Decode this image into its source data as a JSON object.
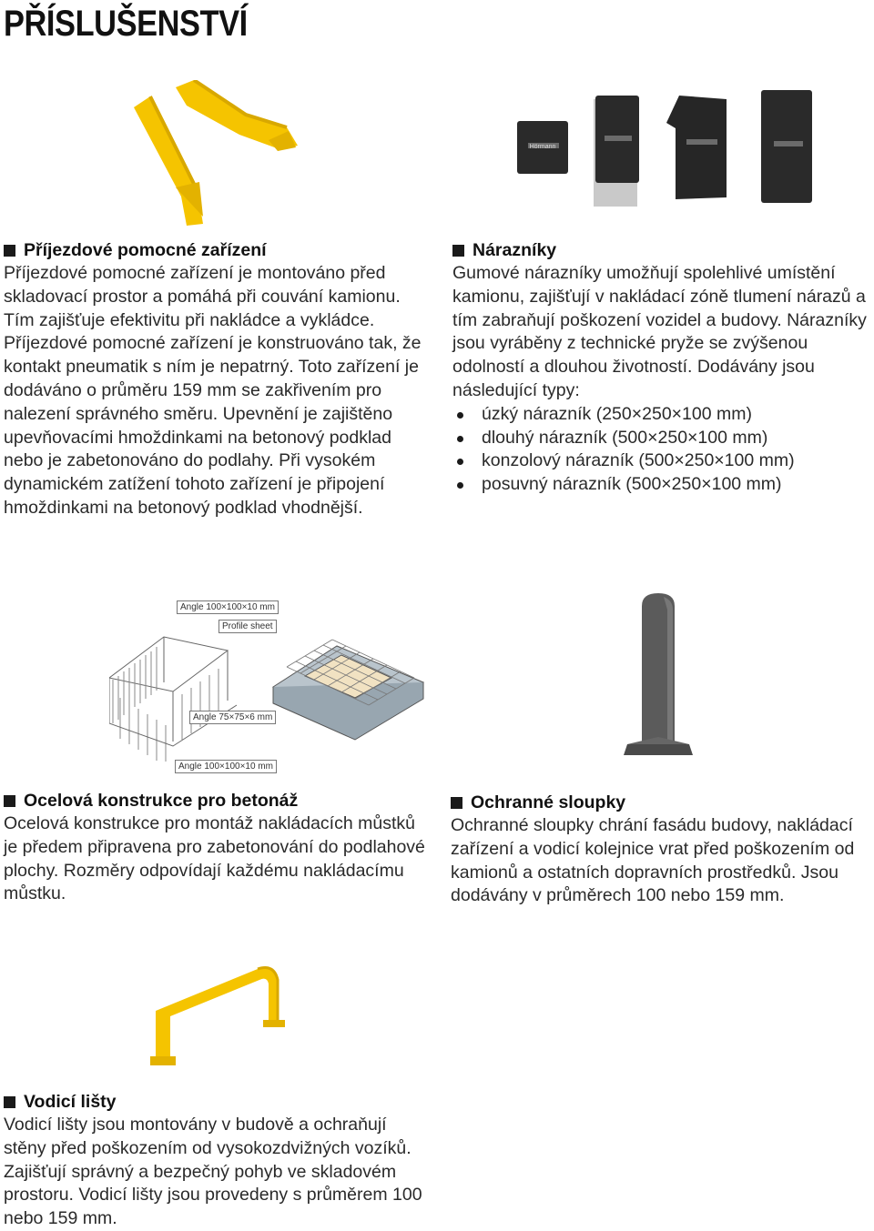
{
  "page": {
    "title": "PŘÍSLUŠENSTVÍ"
  },
  "sections": {
    "guide": {
      "heading": "Příjezdové pomocné zařízení",
      "body": "Příjezdové pomocné zařízení je montováno před skladovací prostor a pomáhá při couvání kamionu. Tím zajišťuje efektivitu při nakládce a vykládce. Příjezdové pomocné zařízení je konstruováno tak, že kontakt pneumatik s ním je nepatrný. Toto zařízení je dodáváno o průměru 159 mm se zakřivením pro nalezení správného směru. Upevnění je zajištěno upevňovacími hmoždinkami na betonový podklad nebo je zabetonováno do podlahy. Při vysokém dynamickém zatížení tohoto zařízení je připojení hmoždinkami na betonový podklad vhodnější."
    },
    "bumpers": {
      "heading": "Nárazníky",
      "body": "Gumové nárazníky umožňují spolehlivé umístění kamionu, zajišťují v nakládací zóně tlumení nárazů a tím zabraňují poškození vozidel a budovy. Nárazníky jsou vyráběny z technické pryže se zvýšenou odolností a dlouhou životností. Dodávány jsou následující typy:",
      "items": [
        "úzký nárazník (250×250×100 mm)",
        "dlouhý nárazník (500×250×100 mm)",
        "konzolový nárazník (500×250×100 mm)",
        "posuvný nárazník (500×250×100 mm)"
      ]
    },
    "steel": {
      "heading": "Ocelová konstrukce pro betonáž",
      "body": "Ocelová konstrukce pro montáž nakládacích můstků je předem připravena pro zabetonování do podlahové plochy. Rozměry odpovídají každému nakládacímu můstku."
    },
    "posts": {
      "heading": "Ochranné sloupky",
      "body": "Ochranné sloupky chrání fasádu budovy, nakládací zařízení a vodicí kolejnice vrat před poškozením od kamionů a ostatních dopravních prostředků. Jsou dodávány v průměrech 100 nebo 159 mm."
    },
    "rails": {
      "heading": "Vodicí lišty",
      "body": "Vodicí lišty jsou montovány v budově a ochraňují stěny před poškozením od vysokozdvižných vozíků. Zajišťují správný a bezpečný pohyb ve skladovém prostoru. Vodicí lišty jsou provedeny s průměrem 100 nebo 159 mm."
    }
  },
  "diagram": {
    "labels": {
      "angle_top": "Angle 100×100×10 mm",
      "profile_sheet": "Profile sheet",
      "angle_mid": "Angle 75×75×6 mm",
      "angle_bottom": "Angle 100×100×10 mm"
    }
  },
  "bumper_logo": "Hörmann",
  "colors": {
    "safety_yellow": "#F5C400",
    "rubber_black": "#2a2a2a",
    "post_grey": "#5b5b5b"
  }
}
